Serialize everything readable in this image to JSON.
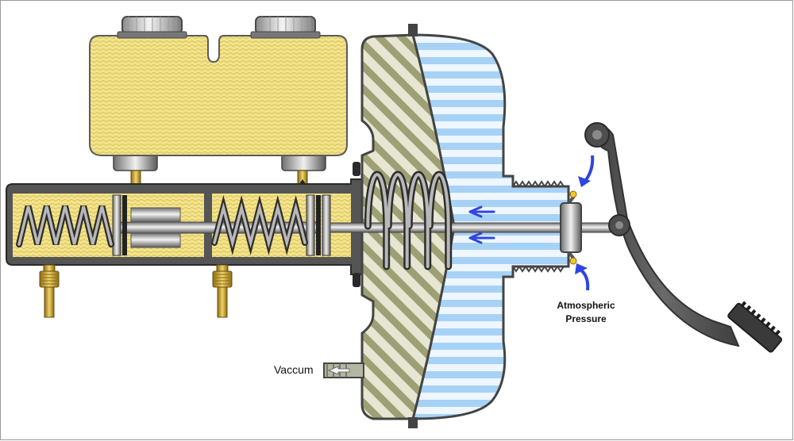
{
  "labels": {
    "vacuum": "Vaccum",
    "atmospheric_line1": "Atmospheric",
    "atmospheric_line2": "Pressure"
  },
  "colors": {
    "fluid_yellow": "#f2e487",
    "cylinder_body": "#555555",
    "booster_shell": "#4a4a4a",
    "vacuum_chamber": "#c3c6a4",
    "atmospheric_chamber": "#a7d2f5",
    "flow_arrow": "#3047e6",
    "pedal_arm": "#585858"
  }
}
